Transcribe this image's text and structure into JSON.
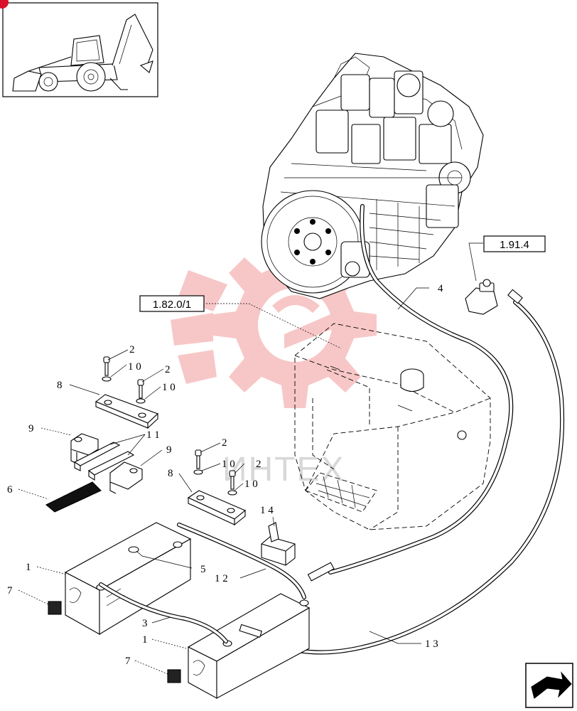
{
  "refs": {
    "ref_a": "1.91.4",
    "ref_b": "1.82.0/1"
  },
  "callouts": {
    "c1a": "1",
    "c1b": "1",
    "c2a": "2",
    "c2b": "2",
    "c2c": "2",
    "c2d": "2",
    "c3": "3",
    "c4": "4",
    "c5": "5",
    "c6": "6",
    "c7a": "7",
    "c7b": "7",
    "c8a": "8",
    "c8b": "8",
    "c9a": "9",
    "c9b": "9",
    "c10a": "1 0",
    "c10b": "1 0",
    "c10c": "1 0",
    "c10d": "1 0",
    "c11": "1 1",
    "c12": "1 2",
    "c13": "1 3",
    "c14": "1 4"
  },
  "watermark": {
    "text": "ИНТЕХ",
    "color": "#f08a8a"
  },
  "colors": {
    "line": "#000000",
    "background": "#ffffff",
    "badge": "#d8122a"
  },
  "icons": {
    "thumbnail": "backhoe-loader-icon",
    "nav": "next-page-arrow-icon"
  }
}
